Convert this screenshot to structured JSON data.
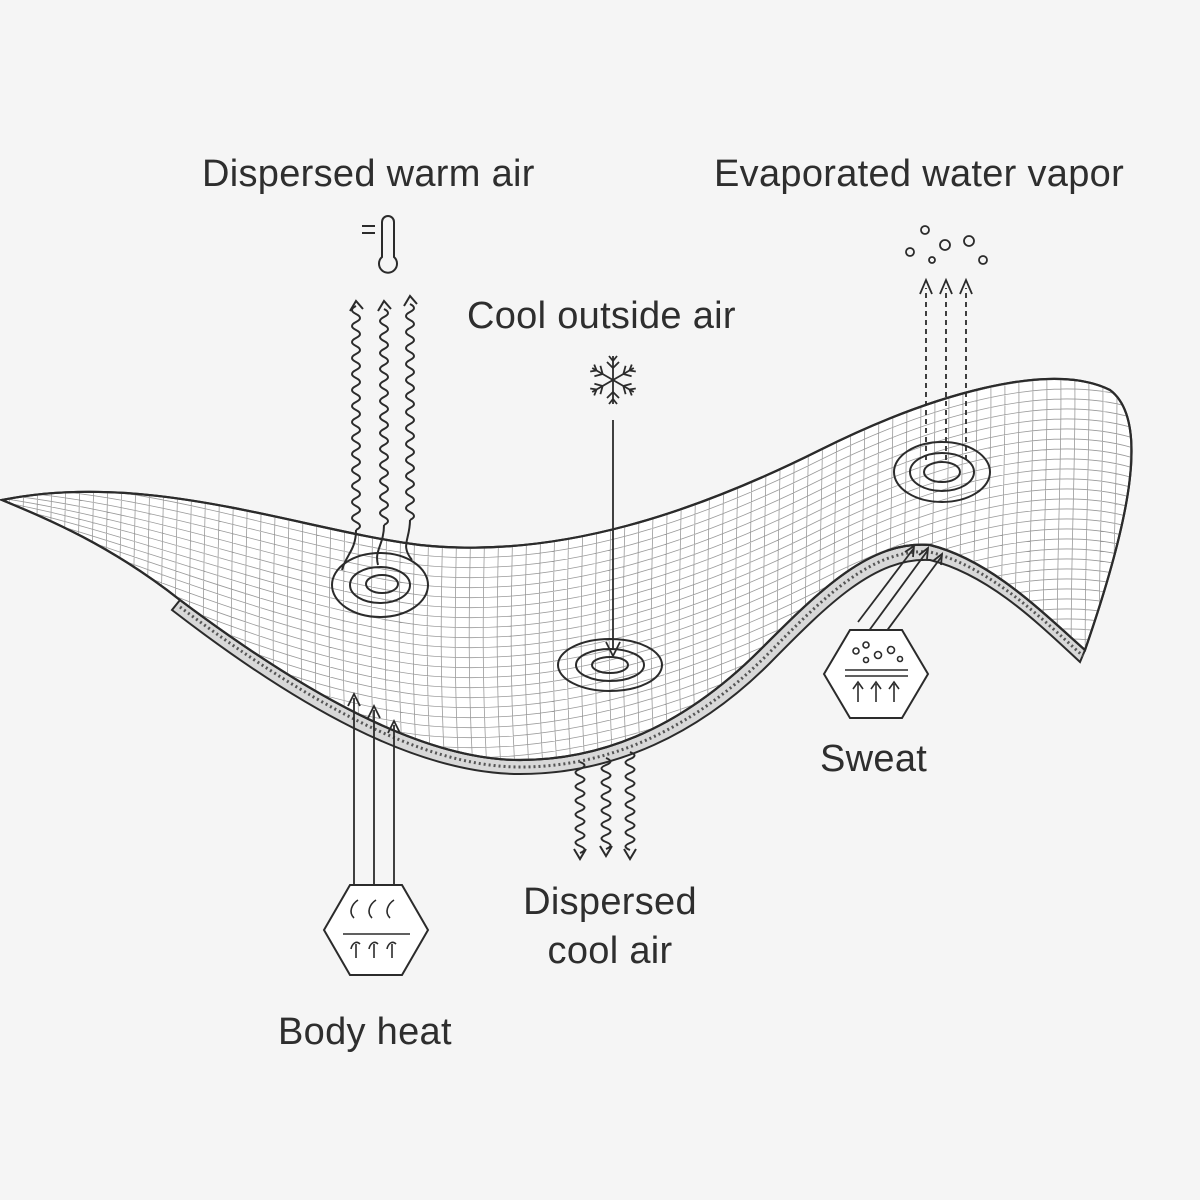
{
  "labels": {
    "dispersed_warm_air": "Dispersed warm air",
    "evaporated_water_vapor": "Evaporated water vapor",
    "cool_outside_air": "Cool outside air",
    "sweat": "Sweat",
    "dispersed_cool_air_line1": "Dispersed",
    "dispersed_cool_air_line2": "cool air",
    "body_heat": "Body heat"
  },
  "icons": {
    "thermometer": "thermometer-icon",
    "snowflake": "snowflake-icon",
    "water_droplets": "water-vapor-dots-icon",
    "sweat_hexagon": "sweat-hexagon-icon",
    "body_heat_hexagon": "body-heat-hexagon-icon"
  },
  "colors": {
    "background": "#f5f5f5",
    "line": "#2b2b2b",
    "fabric_fill": "#ffffff",
    "grid": "#9a9a9a"
  }
}
